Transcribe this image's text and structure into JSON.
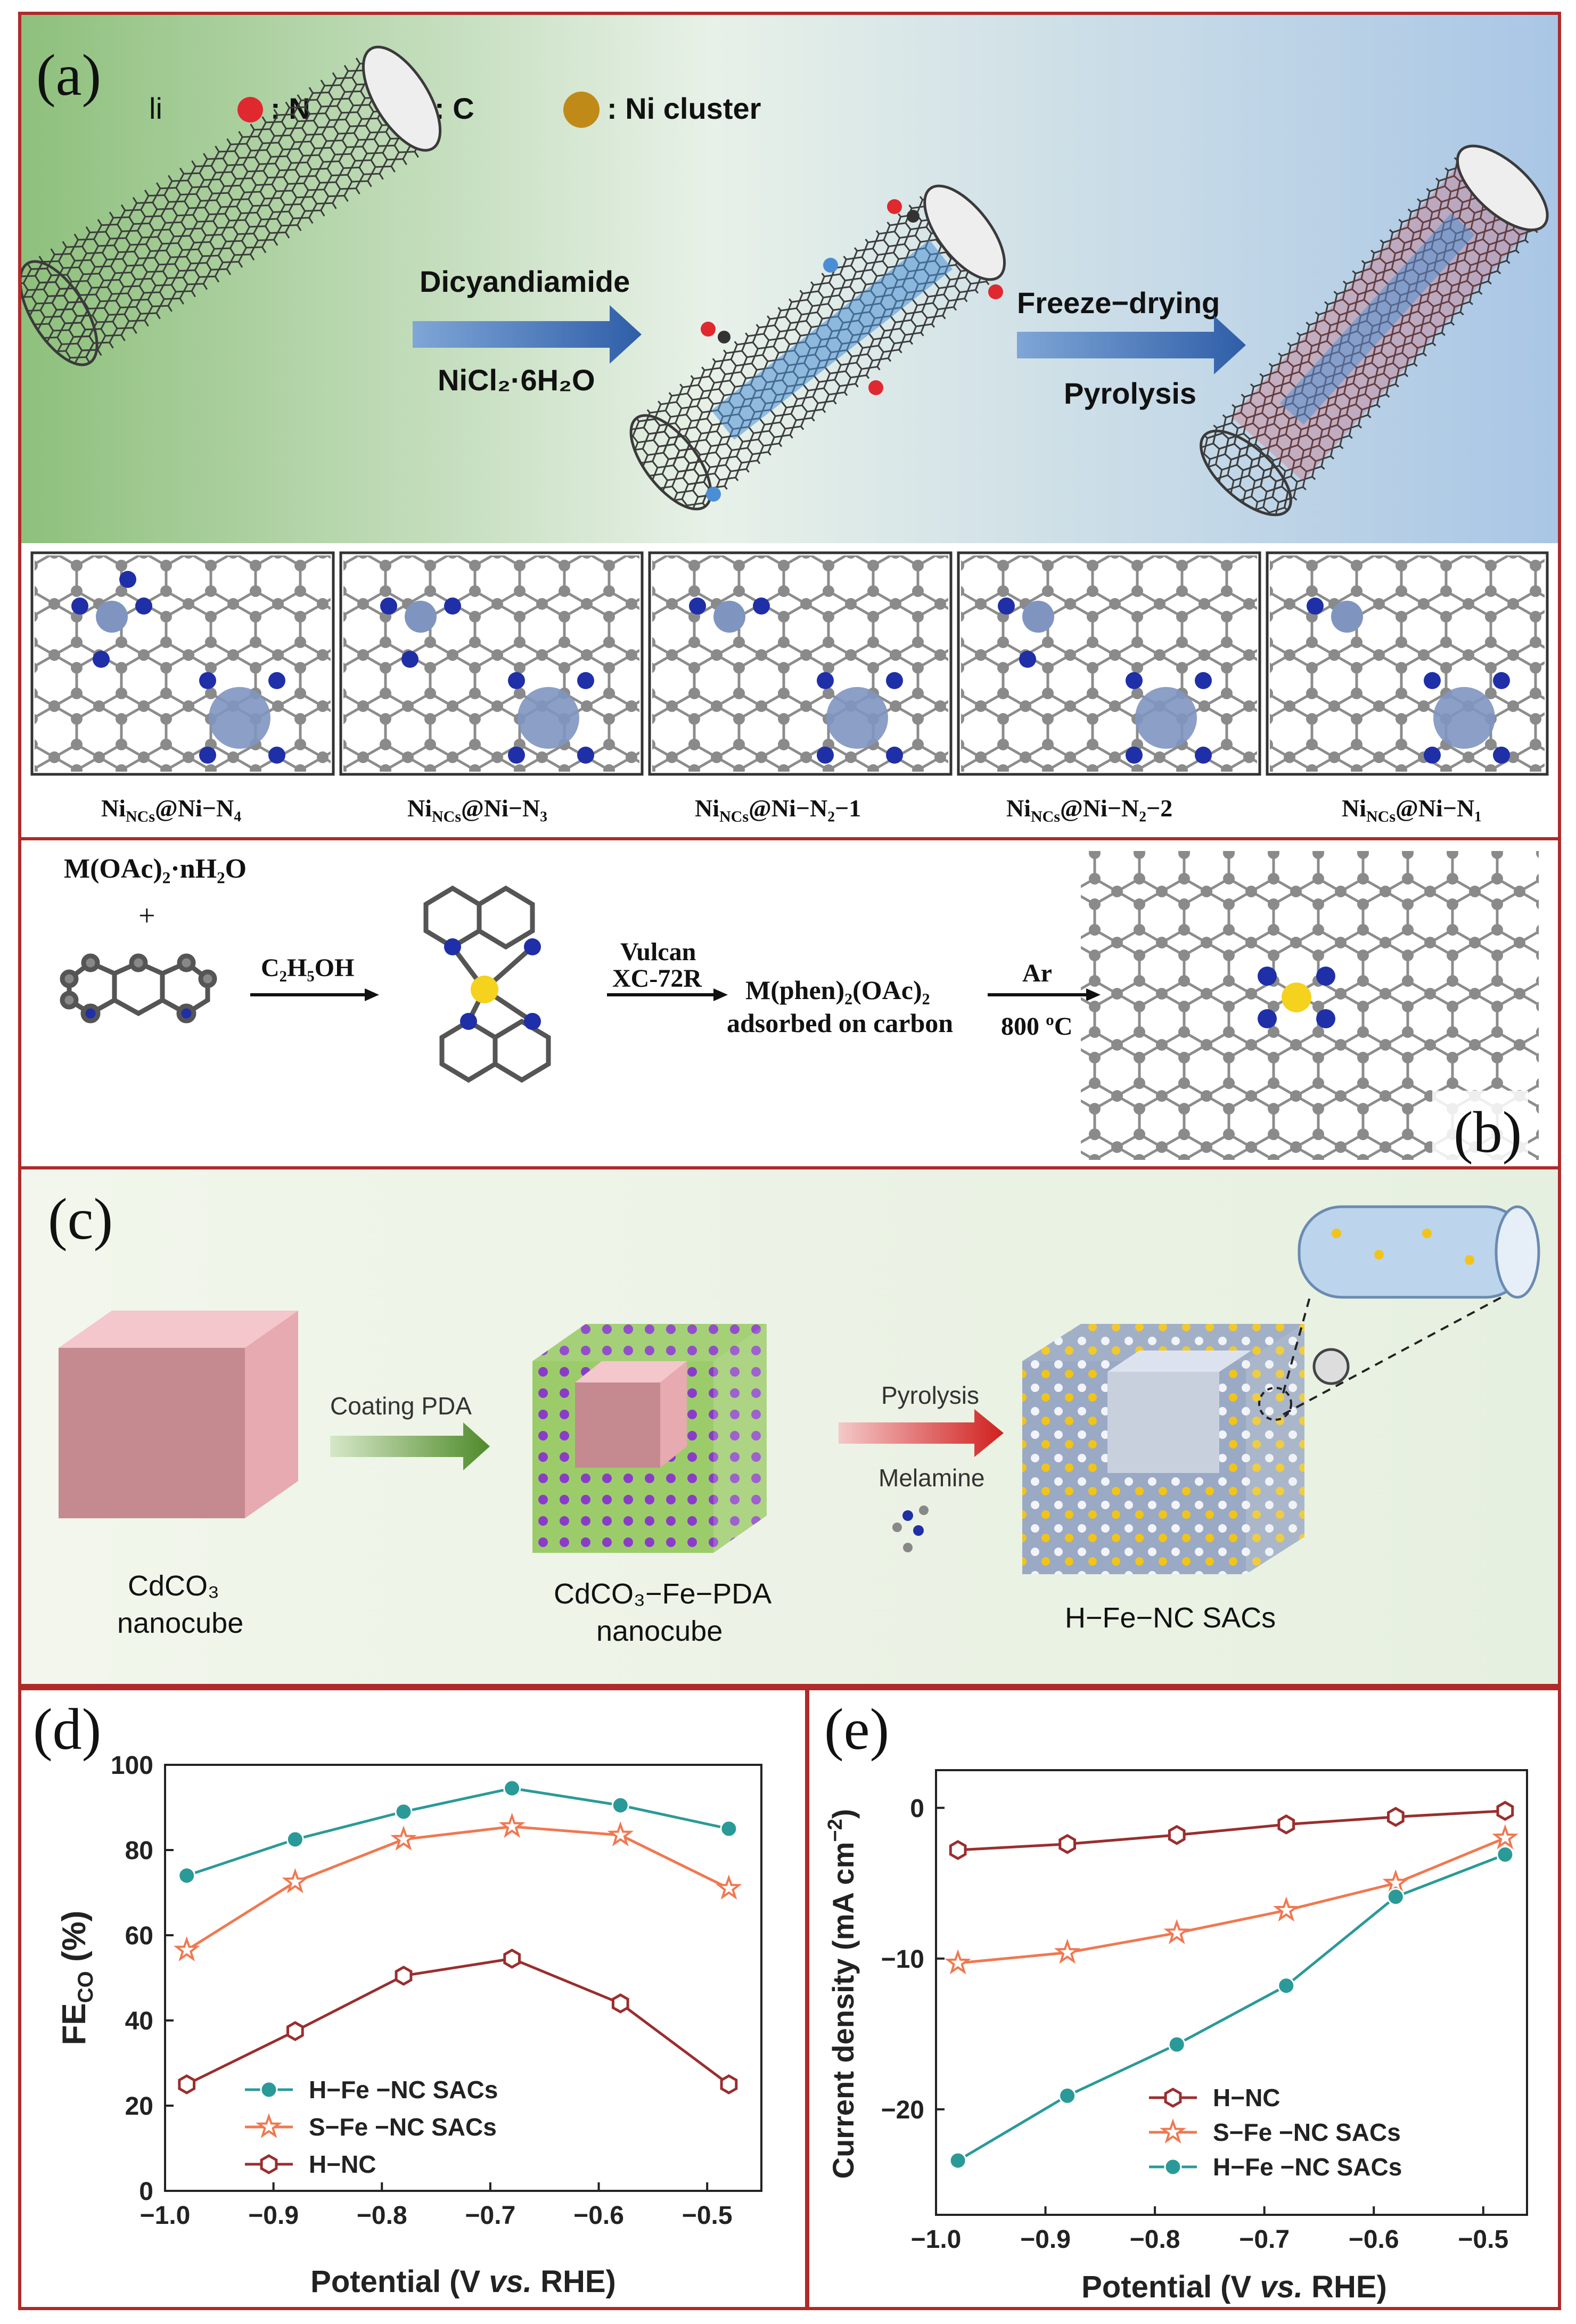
{
  "panel_a": {
    "label": "(a)",
    "legend": [
      {
        "symbol": "li",
        "text": ""
      },
      {
        "text": ": N",
        "color": "#e0282f"
      },
      {
        "text": ": C",
        "color": "#333333"
      },
      {
        "text": ": Ni cluster",
        "color": "#c08a18"
      }
    ],
    "step1": {
      "top": "Dicyandiamide",
      "bottom": "NiCl₂·6H₂O"
    },
    "step2": {
      "top": "Freeze−drying",
      "bottom": "Pyrolysis"
    },
    "models": [
      "Ni_NCs@Ni−N₄",
      "Ni_NCs@Ni−N₃",
      "Ni_NCs@Ni−N₂−1",
      "Ni_NCs@Ni−N₂−2",
      "Ni_NCs@Ni−N₁"
    ],
    "model_main": "Ni",
    "model_sub": "NCs",
    "model_suffix": [
      "@Ni−N₄",
      "@Ni−N₃",
      "@Ni−N₂−1",
      "@Ni−N₂−2",
      "@Ni−N₁"
    ]
  },
  "panel_b": {
    "label": "(b)",
    "precursor": "M(OAc)₂·nH₂O",
    "plus": "+",
    "arrow1": "C₂H₅OH",
    "arrow2_top": "Vulcan",
    "arrow2_bottom": "XC-72R",
    "intermediate_top": "M(phen)₂(OAc)₂",
    "intermediate_bottom": "adsorbed on carbon",
    "arrow3_top": "Ar",
    "arrow3_bottom": "800 ºC"
  },
  "panel_c": {
    "label": "(c)",
    "arrow1": "Coating PDA",
    "arrow2_top": "Pyrolysis",
    "arrow2_bottom": "Melamine",
    "item1": [
      "CdCO₃",
      "nanocube"
    ],
    "item2": [
      "CdCO₃−Fe−PDA",
      "nanocube"
    ],
    "item3": "H−Fe−NC SACs"
  },
  "colors": {
    "teal": "#2a9a98",
    "orange": "#f07850",
    "maroon": "#9a2e2e",
    "frame": "#b02a2a"
  },
  "chart_data": [
    {
      "panel": "(d)",
      "type": "line",
      "xlabel": "Potential (V vs. RHE)",
      "ylabel": "FE_CO (%)",
      "xlim": [
        -1.0,
        -0.45
      ],
      "ylim": [
        0,
        100
      ],
      "xticks": [
        "−1.0",
        "−0.9",
        "−0.8",
        "−0.7",
        "−0.6",
        "−0.5"
      ],
      "yticks": [
        "0",
        "20",
        "40",
        "60",
        "80",
        "100"
      ],
      "x": [
        -0.98,
        -0.88,
        -0.78,
        -0.68,
        -0.58,
        -0.48
      ],
      "legend_position": "bottom-center",
      "series": [
        {
          "name": "H−Fe −NC SACs",
          "color": "#2a9a98",
          "marker": "circle",
          "values": [
            74,
            82.5,
            89,
            94.5,
            90.5,
            85
          ]
        },
        {
          "name": "S−Fe −NC SACs",
          "color": "#f07850",
          "marker": "star",
          "values": [
            56.5,
            72.5,
            82.5,
            85.5,
            83.5,
            71
          ]
        },
        {
          "name": "H−NC",
          "color": "#9a2e2e",
          "marker": "hexagon",
          "values": [
            25,
            37.5,
            50.5,
            54.5,
            44,
            25
          ]
        }
      ]
    },
    {
      "panel": "(e)",
      "type": "line",
      "xlabel": "Potential (V vs. RHE)",
      "ylabel": "Current density (mA cm⁻²)",
      "xlim": [
        -1.0,
        -0.46
      ],
      "ylim": [
        -27,
        2.5
      ],
      "xticks": [
        "−1.0",
        "−0.9",
        "−0.8",
        "−0.7",
        "−0.6",
        "−0.5"
      ],
      "yticks": [
        "0",
        "−10",
        "−20"
      ],
      "x": [
        -0.98,
        -0.88,
        -0.78,
        -0.68,
        -0.58,
        -0.48
      ],
      "legend_position": "bottom-center",
      "series": [
        {
          "name": "H−NC",
          "color": "#9a2e2e",
          "marker": "hexagon",
          "values": [
            -2.8,
            -2.4,
            -1.8,
            -1.1,
            -0.6,
            -0.2
          ]
        },
        {
          "name": "S−Fe −NC SACs",
          "color": "#f07850",
          "marker": "star",
          "values": [
            -10.3,
            -9.6,
            -8.3,
            -6.8,
            -5.0,
            -2.0
          ]
        },
        {
          "name": "H−Fe −NC SACs",
          "color": "#2a9a98",
          "marker": "circle",
          "values": [
            -23.4,
            -19.1,
            -15.7,
            -11.8,
            -5.9,
            -3.1
          ]
        }
      ]
    }
  ]
}
